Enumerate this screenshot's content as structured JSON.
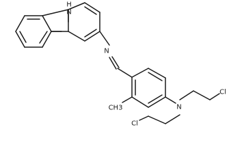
{
  "molecule": {
    "atoms": [
      {
        "id": "nh",
        "label": "H"
      },
      {
        "id": "n_indole",
        "label": "N"
      },
      {
        "id": "n_imine",
        "label": "N"
      },
      {
        "id": "n_amine",
        "label": "N"
      },
      {
        "id": "methyl",
        "label": "CH3"
      },
      {
        "id": "cl1",
        "label": "Cl"
      },
      {
        "id": "cl2",
        "label": "Cl"
      }
    ]
  }
}
